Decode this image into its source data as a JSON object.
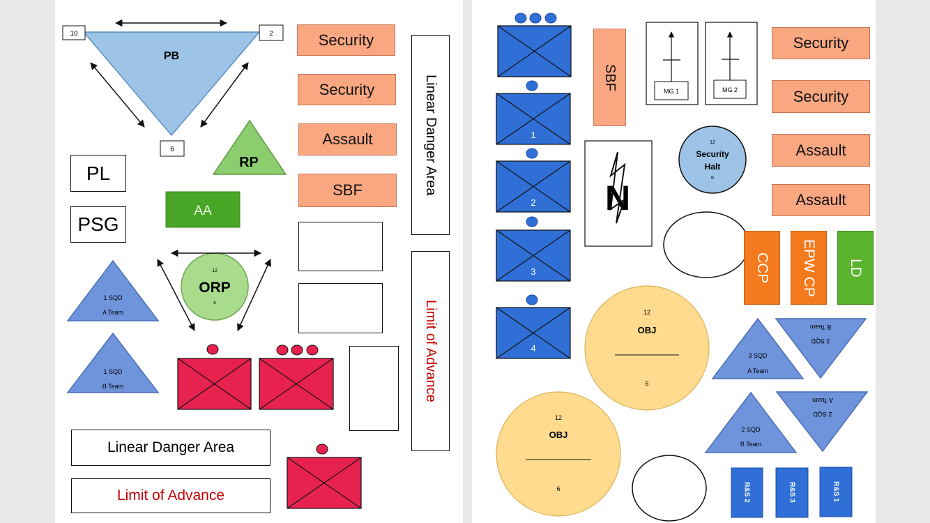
{
  "left": {
    "patrol_base": {
      "label": "PB",
      "clock_top_left": "10",
      "clock_top_right": "2",
      "clock_bottom": "6"
    },
    "rally_point": {
      "label": "RP"
    },
    "pl": "PL",
    "psg": "PSG",
    "aa": "AA",
    "orp": {
      "label": "ORP",
      "top": "12",
      "bottom": "6"
    },
    "sqd1_a": {
      "line1": "1 SQD",
      "line2": "A Team"
    },
    "sqd1_b": {
      "line1": "1 SQD",
      "line2": "B Team"
    },
    "tags": [
      "Security",
      "Security",
      "Assault",
      "SBF"
    ],
    "vertical_lda": "Linear Danger Area",
    "vertical_loa": "Limit of Advance",
    "lda_box": "Linear Danger Area",
    "loa_box": "Limit of Advance"
  },
  "right": {
    "sbf_vertical": "SBF",
    "mg1": "MG 1",
    "mg2": "MG 2",
    "tags": [
      "Security",
      "Security",
      "Assault",
      "Assault"
    ],
    "security_halt": {
      "top": "12",
      "line1": "Security",
      "line2": "Halt",
      "bottom": "6"
    },
    "units": [
      "1",
      "2",
      "3",
      "4"
    ],
    "north": "N",
    "ccp": "CCP",
    "epw": "EPW CP",
    "ld": "LD",
    "obj1": {
      "top": "12",
      "label": "OBJ",
      "bottom": "6"
    },
    "obj2": {
      "top": "12",
      "label": "OBJ",
      "bottom": "6"
    },
    "sqd3_a": {
      "line1": "3 SQD",
      "line2": "A Team"
    },
    "sqd3_b": {
      "line1": "3 SQD",
      "line2": "B Team"
    },
    "sqd2_b": {
      "line1": "2 SQD",
      "line2": "B Team"
    },
    "sqd2_a": {
      "line1": "2 SQD",
      "line2": "A Team"
    },
    "rs": [
      "R&S 2",
      "R&S 3",
      "R&S 1"
    ]
  },
  "colors": {
    "triangle_blue": "#9dc3e6",
    "squad_blue": "#6f94dc",
    "unit_blue": "#2f6fd6",
    "unit_red": "#e8224f",
    "tag_orange": "#f9a781",
    "rp_green": "#8bcd6f",
    "aa_green": "#4aa626",
    "orp_green": "#a8dc8c",
    "ccp_orange": "#f47a1e",
    "ld_green": "#5ab42d",
    "obj_yellow": "#fedb8e",
    "halt_blue": "#9dc3e6",
    "loa_red": "#c00000"
  }
}
